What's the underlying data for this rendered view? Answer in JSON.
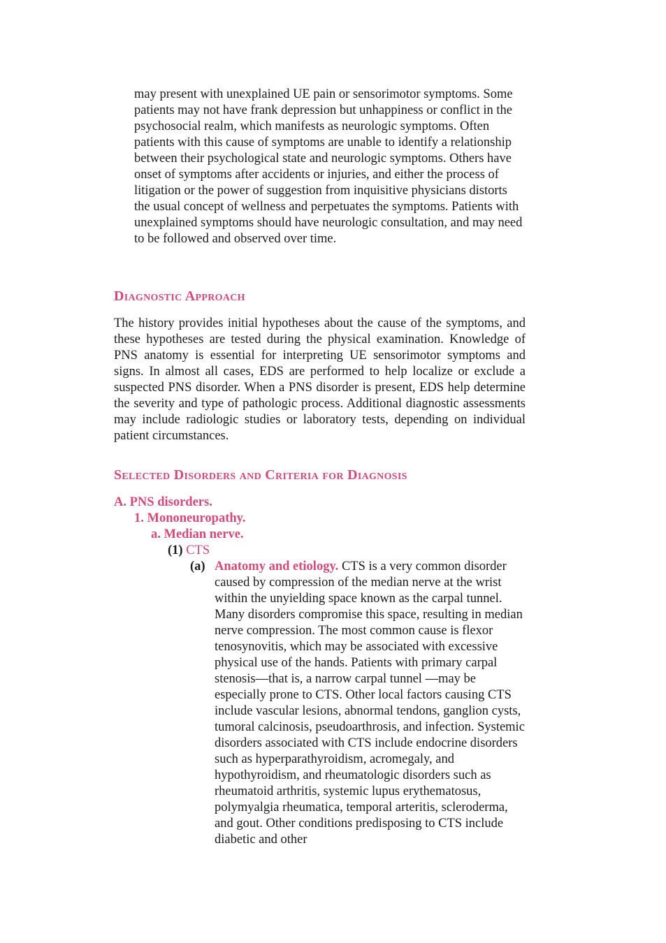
{
  "intro_paragraph": "may present with unexplained UE pain or sensorimotor symptoms. Some patients may not have frank depression but unhappiness or conflict in the psychosocial realm, which manifests as neurologic symptoms. Often patients with this cause of symptoms are unable to identify a relationship between their psychological state and neurologic symptoms. Others have onset of symptoms after accidents or injuries, and either the process of litigation or the power of suggestion from inquisitive physicians distorts the usual concept of wellness and perpetuates the symptoms. Patients with unexplained symptoms should have neurologic consultation, and may need to be followed and observed over time.",
  "diagnostic_approach": {
    "heading": "Diagnostic Approach",
    "body": "The history provides initial hypotheses about the cause of the symptoms, and these hypotheses are tested during the physical examination. Knowledge of PNS anatomy is essential for interpreting UE sensorimotor symptoms and signs. In almost all cases, EDS are performed to help localize or exclude a suspected PNS disorder. When a PNS disorder is present, EDS help determine the severity and type of pathologic process. Additional diagnostic assessments may include radiologic studies or laboratory tests, depending on individual patient circumstances."
  },
  "selected_disorders": {
    "heading": "Selected Disorders and Criteria for Diagnosis",
    "level_A": {
      "marker": "A.",
      "label": "PNS disorders."
    },
    "level_1": {
      "marker": "1.",
      "label": "Mononeuropathy."
    },
    "level_a": {
      "marker": "a.",
      "label": "Median nerve."
    },
    "level_p1": {
      "marker": "(1)",
      "label": "CTS"
    },
    "item_a": {
      "marker": "(a)",
      "lead": "Anatomy and etiology.",
      "body": "CTS is a very common disorder caused by compression of the median nerve at the wrist within the unyielding space known as the carpal tunnel. Many disorders compromise this space, resulting in median nerve compression. The most common cause is flexor tenosynovitis, which may be associated with excessive physical use of the hands. Patients with primary carpal stenosis—that is, a narrow carpal tunnel —may be especially prone to CTS. Other local factors causing CTS include vascular lesions, abnormal tendons, ganglion cysts, tumoral calcinosis, pseudoarthrosis, and infection. Systemic disorders associated with CTS include endocrine disorders such as hyperparathyroidism, acromegaly, and hypothyroidism, and rheumatologic disorders such as rheumatoid arthritis, systemic lupus erythematosus, polymyalgia rheumatica, temporal arteritis, scleroderma, and gout. Other conditions predisposing to CTS include diabetic and other"
    }
  },
  "colors": {
    "accent": "#d4497a",
    "text": "#1a1a1a"
  }
}
